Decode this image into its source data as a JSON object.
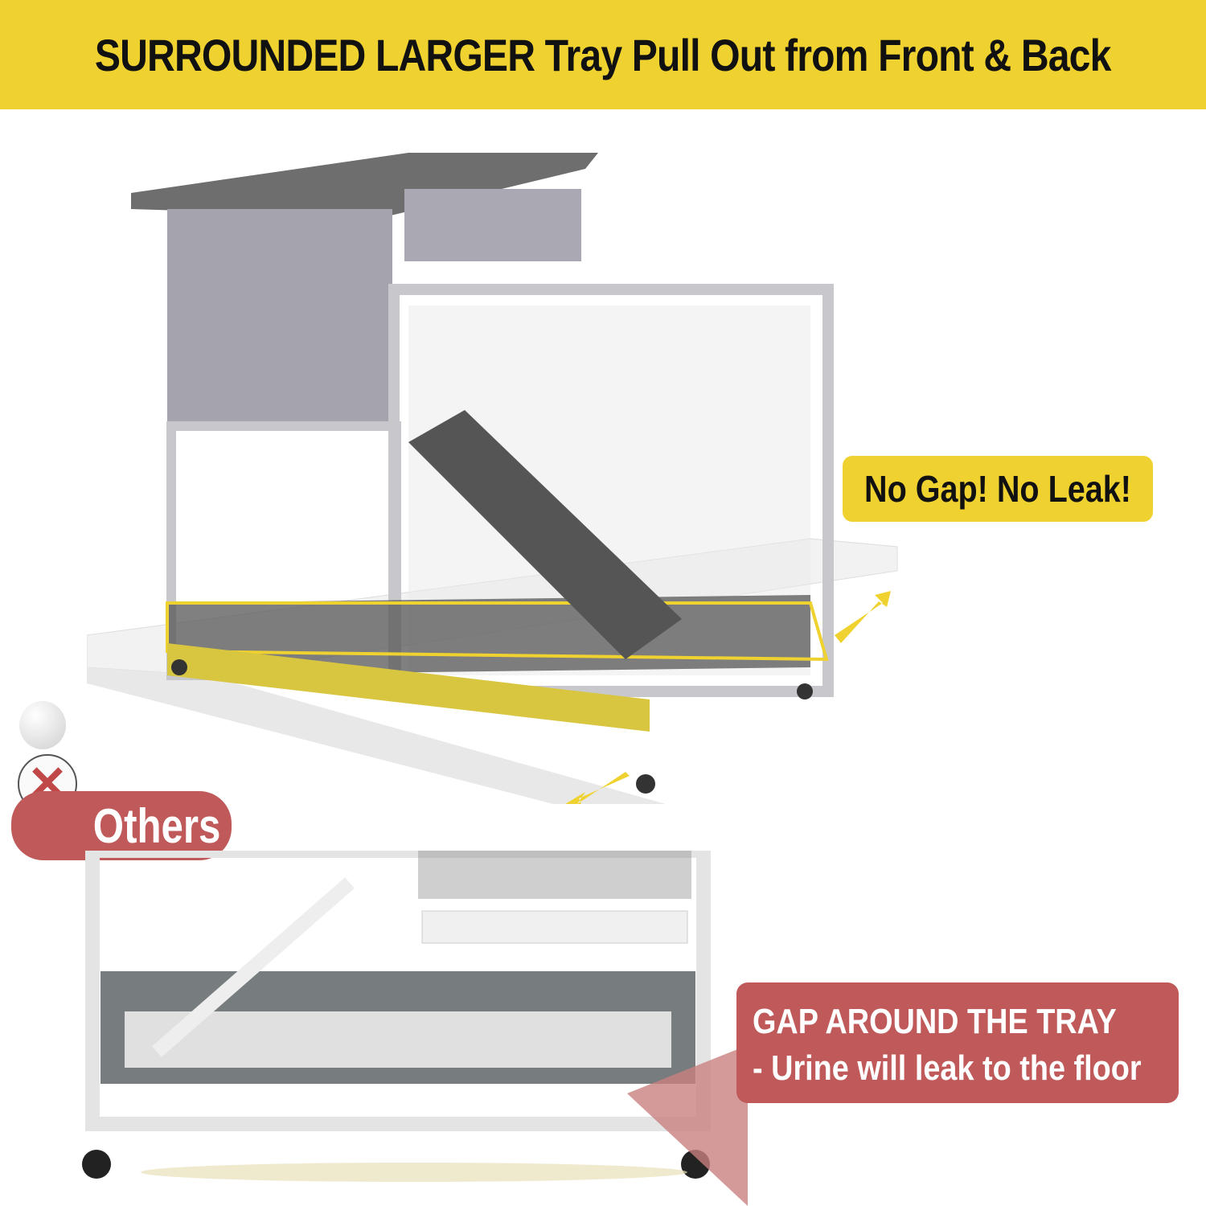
{
  "banner": {
    "title": "SURROUNDED LARGER Tray Pull Out from Front & Back"
  },
  "callout_good": {
    "text": "No Gap! No Leak!"
  },
  "callout_others": {
    "label": "Others"
  },
  "callout_bad": {
    "line1": "GAP AROUND THE TRAY",
    "line2": "- Urine will leak to the floor"
  },
  "colors": {
    "yellow": "#efd22f",
    "red": "#c05a5a",
    "hutch_gray": "#9a9aa4"
  }
}
